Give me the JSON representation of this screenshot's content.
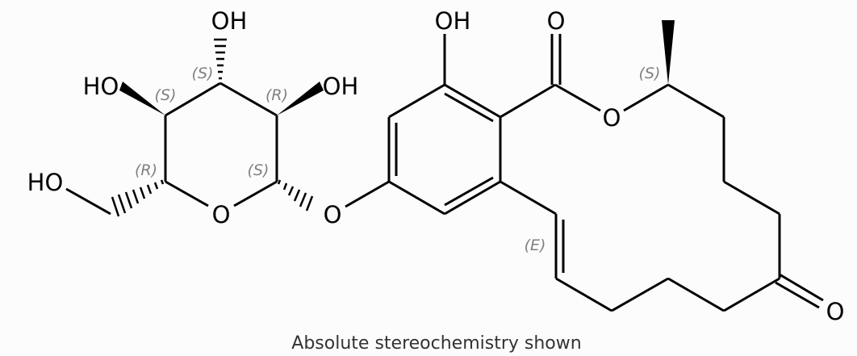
{
  "diagram": {
    "type": "chemical-structure",
    "caption": "Absolute stereochemistry shown",
    "colors": {
      "bond": "#000000",
      "stereo_label": "#808080",
      "caption": "#333333",
      "background": "#fcfcfc"
    },
    "atom_labels": {
      "oh_sugar_top": "OH",
      "ho_sugar_left": "HO",
      "oh_sugar_right": "OH",
      "ho_ch2": "HO",
      "o_ring": "O",
      "o_glycosidic": "O",
      "oh_phenol": "OH",
      "o_carbonyl": "O",
      "o_ester": "O",
      "o_ketone": "O"
    },
    "stereo_labels": {
      "sugar_c3": "(S)",
      "sugar_c4": "(S)",
      "sugar_c2": "(R)",
      "sugar_c5": "(R)",
      "sugar_c1": "(S)",
      "macro_c": "(S)",
      "alkene": "(E)"
    }
  }
}
